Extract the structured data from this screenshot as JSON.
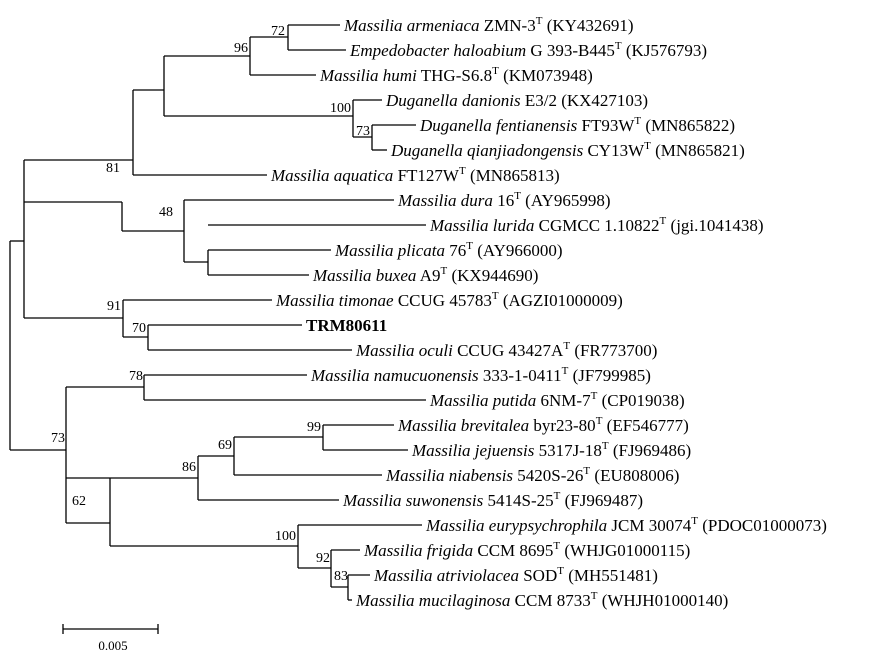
{
  "taxa": [
    {
      "id": "armeniaca",
      "species": "Massilia armeniaca",
      "strain": "ZMN-3",
      "type": "T",
      "acc": "(KY432691)"
    },
    {
      "id": "haloabium",
      "species": "Empedobacter haloabium",
      "strain": "G 393-B445",
      "type": "T",
      "acc": "(KJ576793)"
    },
    {
      "id": "humi",
      "species": "Massilia humi",
      "strain": "THG-S6.8",
      "type": "T",
      "acc": "(KM073948)"
    },
    {
      "id": "danionis",
      "species": "Duganella danionis",
      "strain": "E3/2",
      "type": "",
      "acc": "(KX427103)"
    },
    {
      "id": "fentianensis",
      "species": "Duganella fentianensis",
      "strain": "FT93W",
      "type": "T",
      "acc": "(MN865822)"
    },
    {
      "id": "qianjiadongensis",
      "species": "Duganella qianjiadongensis",
      "strain": "CY13W",
      "type": "T",
      "acc": "(MN865821)"
    },
    {
      "id": "aquatica",
      "species": "Massilia aquatica",
      "strain": "FT127W",
      "type": "T",
      "acc": "(MN865813)"
    },
    {
      "id": "dura",
      "species": "Massilia dura",
      "strain": "16",
      "type": "T",
      "acc": "(AY965998)"
    },
    {
      "id": "lurida",
      "species": "Massilia lurida",
      "strain": "CGMCC 1.10822",
      "type": "T",
      "acc": "(jgi.1041438)"
    },
    {
      "id": "plicata",
      "species": "Massilia plicata",
      "strain": "76",
      "type": "T",
      "acc": "(AY966000)"
    },
    {
      "id": "buxea",
      "species": "Massilia buxea",
      "strain": "A9",
      "type": "T",
      "acc": "(KX944690)"
    },
    {
      "id": "timonae",
      "species": "Massilia timonae",
      "strain": "CCUG 45783",
      "type": "T",
      "acc": "(AGZI01000009)"
    },
    {
      "id": "trm",
      "species": "",
      "strain": "TRM80611",
      "type": "",
      "acc": "",
      "bold": true
    },
    {
      "id": "oculi",
      "species": "Massilia oculi",
      "strain": "CCUG 43427A",
      "type": "T",
      "acc": "(FR773700)"
    },
    {
      "id": "namucuonensis",
      "species": "Massilia namucuonensis",
      "strain": "333-1-0411",
      "type": "T",
      "acc": "(JF799985)"
    },
    {
      "id": "putida",
      "species": "Massilia putida",
      "strain": "6NM-7",
      "type": "T",
      "acc": "(CP019038)"
    },
    {
      "id": "brevitalea",
      "species": "Massilia brevitalea",
      "strain": "byr23-80",
      "type": "T",
      "acc": "(EF546777)"
    },
    {
      "id": "jejuensis",
      "species": "Massilia jejuensis",
      "strain": "5317J-18",
      "type": "T",
      "acc": "(FJ969486)"
    },
    {
      "id": "niabensis",
      "species": "Massilia niabensis",
      "strain": "5420S-26",
      "type": "T",
      "acc": "(EU808006)"
    },
    {
      "id": "suwonensis",
      "species": "Massilia suwonensis",
      "strain": "5414S-25",
      "type": "T",
      "acc": "(FJ969487)"
    },
    {
      "id": "eurypsychrophila",
      "species": "Massilia eurypsychrophila",
      "strain": "JCM 30074",
      "type": "T",
      "acc": "(PDOC01000073)"
    },
    {
      "id": "frigida",
      "species": "Massilia frigida",
      "strain": "CCM 8695",
      "type": "T",
      "acc": "(WHJG01000115)"
    },
    {
      "id": "atriviolacea",
      "species": "Massilia atriviolacea",
      "strain": "SOD",
      "type": "T",
      "acc": "(MH551481)"
    },
    {
      "id": "mucilaginosa",
      "species": "Massilia mucilaginosa",
      "strain": "CCM 8733",
      "type": "T",
      "acc": "(WHJH01000140)"
    }
  ],
  "bootstrap": {
    "n_armeniaca_haloabium": "72",
    "n_humi": "96",
    "n_danionis": "100",
    "n_fentianensis": "73",
    "n_aquatica": "81",
    "n_dura": "48",
    "n_timonae": "91",
    "n_trm": "70",
    "n_namucuonensis": "78",
    "n_brevitalea": "99",
    "n_jejuensis": "69",
    "n_niabensis": "86",
    "n_suwonensis": "62",
    "n_eurypsychrophila": "100",
    "n_frigida": "92",
    "n_atriviolacea": "83",
    "n_root_lower": "73"
  },
  "scale": {
    "label": "0.005"
  }
}
